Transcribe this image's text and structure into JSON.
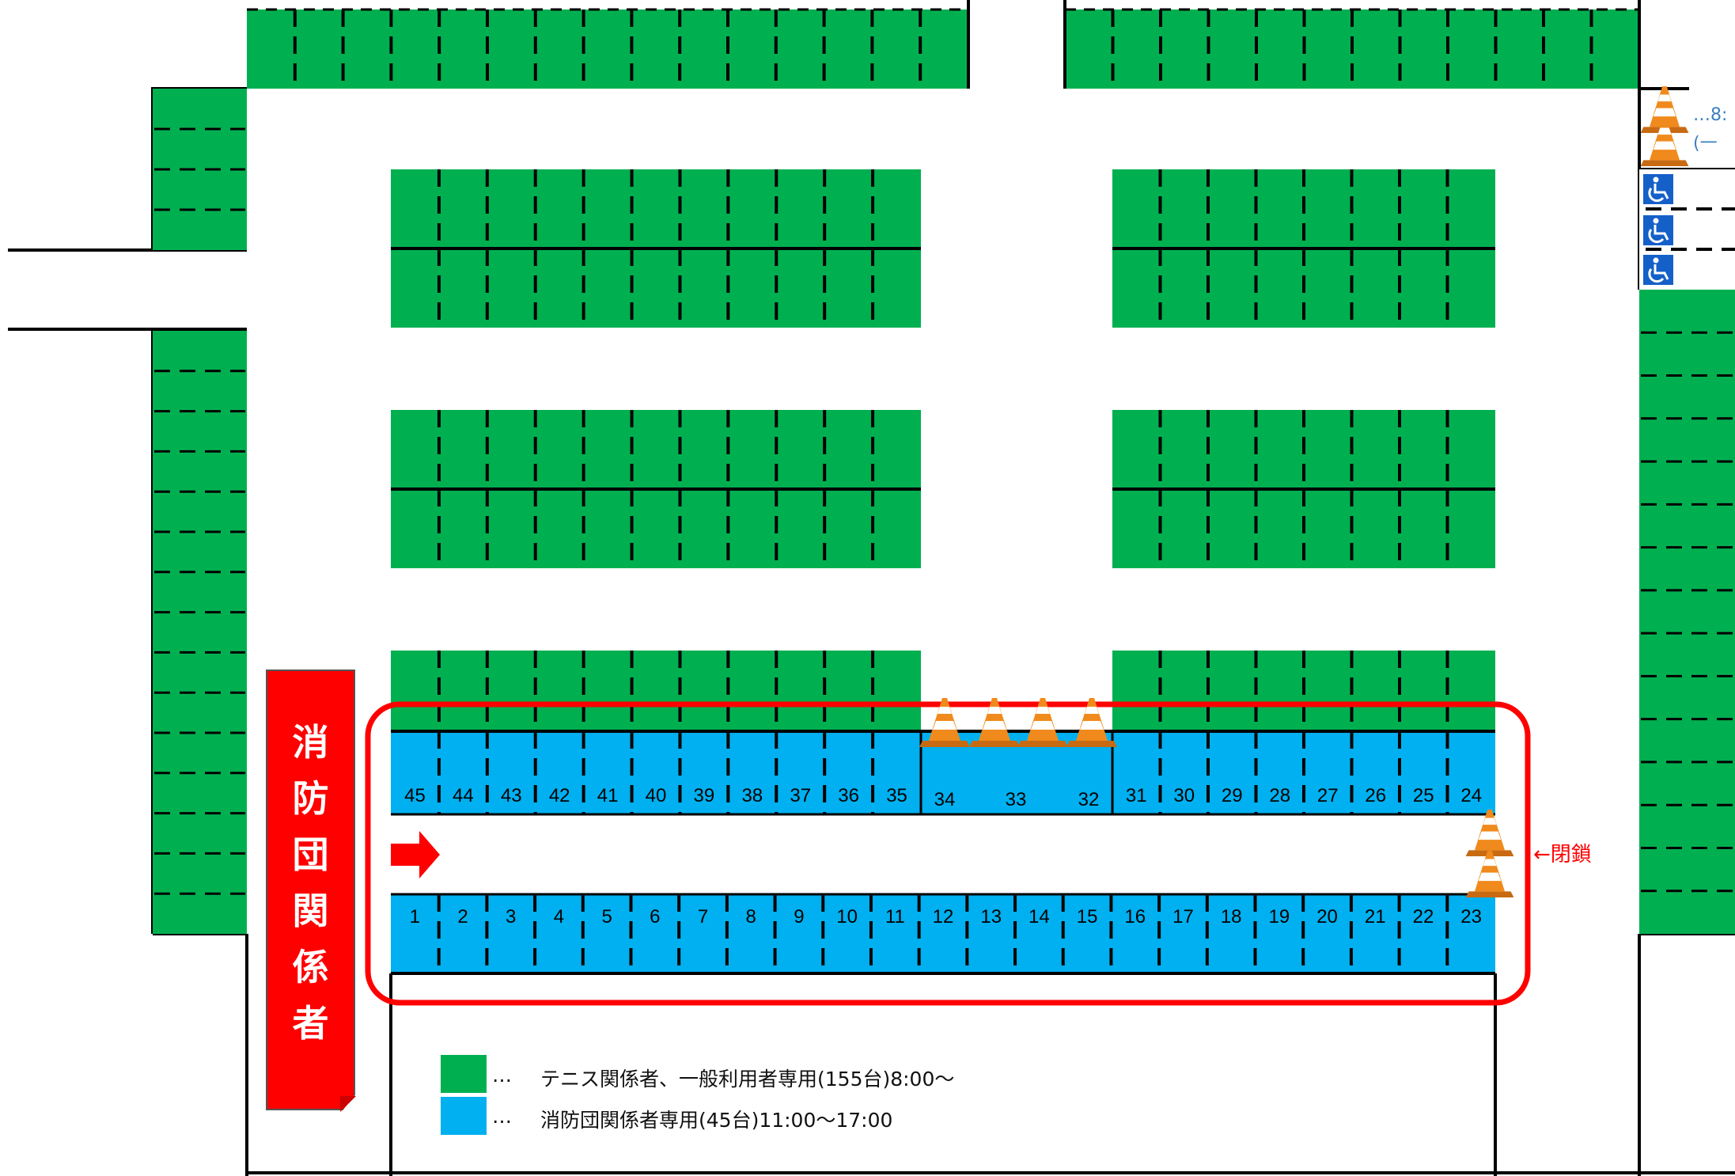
{
  "banner": {
    "label": "消\n防\n団\n関\n係\n者"
  },
  "closed_label": "←閉鎖",
  "cone_note": "…8:\n(一",
  "legend": [
    {
      "marker": "…",
      "text": "テニス関係者、一般利用者専用(155台)8:00〜",
      "color": "#00b050"
    },
    {
      "marker": "…",
      "text": "消防団関係者専用(45台)11:00〜17:00",
      "color": "#00b0f0"
    }
  ],
  "top_row_numbers": [
    "45",
    "44",
    "43",
    "42",
    "41",
    "40",
    "39",
    "38",
    "37",
    "36",
    "35",
    "34",
    "33",
    "32",
    "31",
    "30",
    "29",
    "28",
    "27",
    "26",
    "25",
    "24"
  ],
  "bottom_row_numbers": [
    "1",
    "2",
    "3",
    "4",
    "5",
    "6",
    "7",
    "8",
    "9",
    "10",
    "11",
    "12",
    "13",
    "14",
    "15",
    "16",
    "17",
    "18",
    "19",
    "20",
    "21",
    "22",
    "23"
  ],
  "colors": {
    "general": "#00b050",
    "firefighter": "#00b0f0",
    "highlight": "#ff0000",
    "accessible": "#1560c8",
    "cone": "#f08a1c"
  },
  "icons": [
    "traffic-cone-icon",
    "wheelchair-icon",
    "entry-arrow-icon"
  ]
}
